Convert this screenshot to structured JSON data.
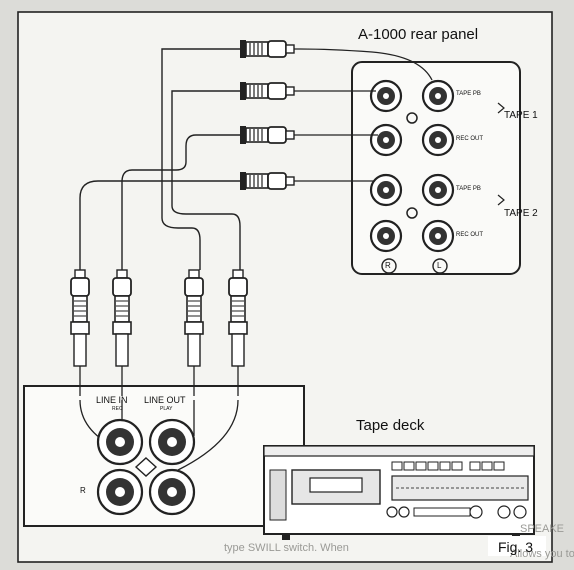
{
  "figure": {
    "rear_panel_title": "A-1000 rear panel",
    "tape_deck_title": "Tape deck",
    "figure_number": "Fig. 3",
    "rear_panel": {
      "row_labels": [
        "TAPE PB",
        "REC OUT",
        "TAPE PB",
        "REC OUT"
      ],
      "group_labels": [
        "TAPE 1",
        "TAPE 2"
      ],
      "channel_labels": [
        "R",
        "L"
      ]
    },
    "deck_jacks": {
      "line_in_label": "LINE IN",
      "line_in_sub": "REC",
      "line_out_label": "LINE OUT",
      "line_out_sub": "PLAY",
      "r_label": "R"
    }
  },
  "bleed_through": {
    "lines": [
      "type SWILL switch. When",
      "Allows you to",
      "SPEAKE"
    ]
  }
}
